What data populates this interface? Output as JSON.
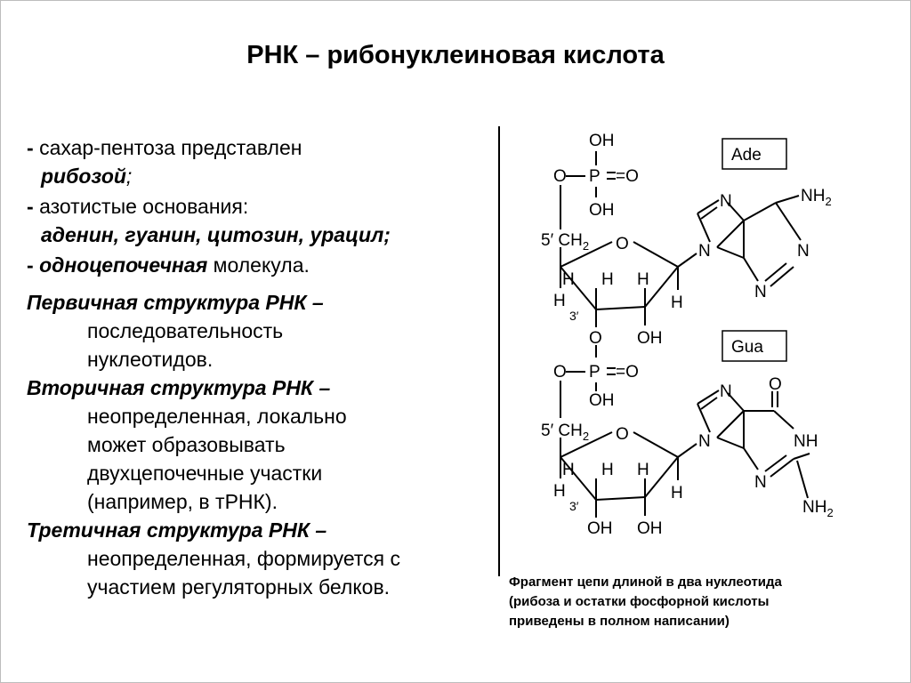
{
  "title": "РНК – рибонуклеиновая кислота",
  "bullets": {
    "b1_prefix": "- ",
    "b1_text": "сахар-пентоза представлен",
    "b1_em": "рибозой",
    "b1_end": ";",
    "b2_prefix": "- ",
    "b2_text": "азотистые основания:",
    "b2_em": "аденин, гуанин, цитозин, урацил;",
    "b3_prefix": "- ",
    "b3_em": "одноцепочечная",
    "b3_text": " молекула."
  },
  "structures": [
    {
      "heading": "Первичная структура РНК –",
      "lines": [
        "последовательность",
        "нуклеотидов."
      ]
    },
    {
      "heading": "Вторичная структура РНК –",
      "lines": [
        "неопределенная, локально",
        "может образовывать",
        "двухцепочечные участки",
        "(например, в тРНК)."
      ]
    },
    {
      "heading": "Третичная структура РНК –",
      "lines": [
        "неопределенная, формируется с",
        "участием регуляторных белков."
      ]
    }
  ],
  "diagram": {
    "base1": "Ade",
    "base2": "Gua",
    "oh": "OH",
    "o": "O",
    "p": "P",
    "eq_o": "=O",
    "five_prime_ch2": "5′ CH",
    "sub2": "2",
    "h": "H",
    "three_prime": "3′",
    "n": "N",
    "nh2": "NH",
    "nh": "NH"
  },
  "caption": [
    "Фрагмент цепи длиной в два нуклеотида",
    "(рибоза и остатки фосфорной кислоты",
    "приведены в полном написании)"
  ]
}
